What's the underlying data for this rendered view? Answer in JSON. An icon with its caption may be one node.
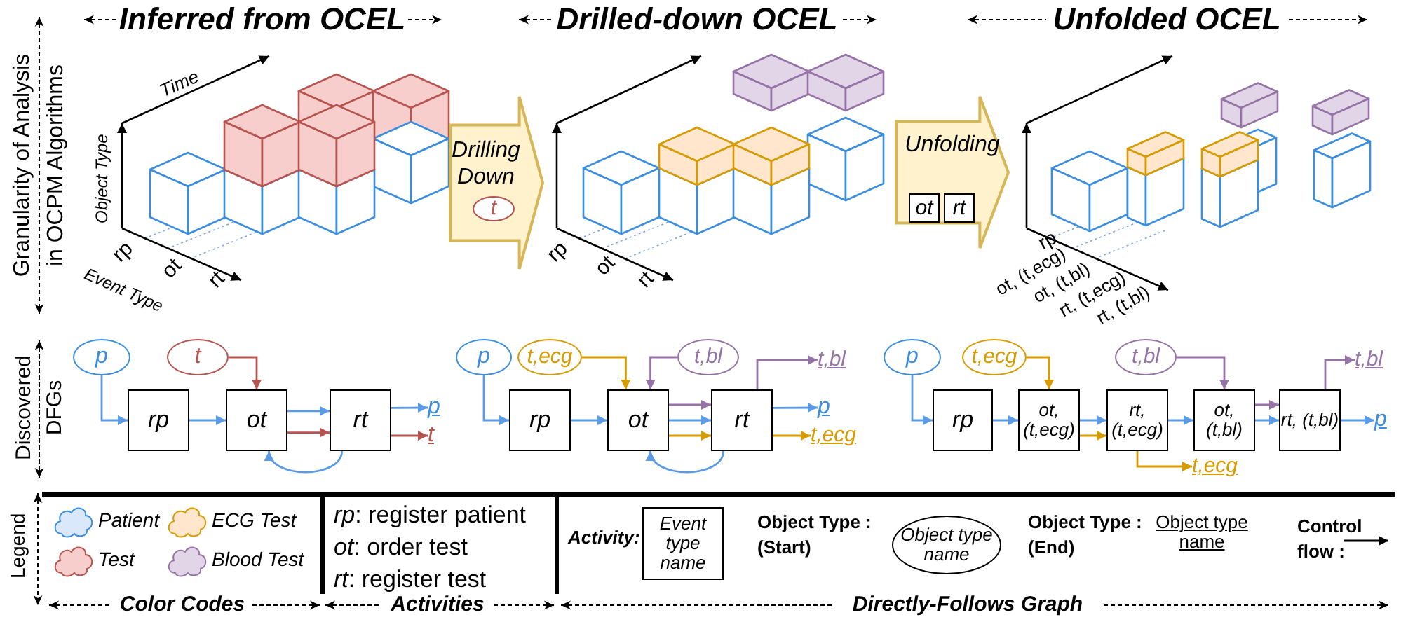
{
  "diagram": {
    "nodes": [
      {
        "text": [
          "Drilling Down"
        ]
      },
      {
        "text": [
          "t"
        ],
        "in": 0
      },
      {
        "text": [
          "Unfolding"
        ]
      },
      {
        "text": [
          "ot"
        ],
        "in": 2
      },
      {
        "text": [
          "rt"
        ],
        "in": 2
      },
      {
        "text": [
          "p"
        ]
      },
      {
        "text": [
          "t"
        ]
      },
      {
        "text": [
          "rp"
        ]
      },
      {
        "text": [
          "ot"
        ]
      },
      {
        "text": [
          "rt"
        ]
      },
      {
        "text": [
          "p"
        ]
      },
      {
        "text": [
          "t"
        ]
      },
      {
        "text": [
          "p"
        ]
      },
      {
        "text": [
          "t,ecg"
        ]
      },
      {
        "text": [
          "t,bl"
        ]
      },
      {
        "text": [
          "rp"
        ]
      },
      {
        "text": [
          "ot"
        ]
      },
      {
        "text": [
          "rt"
        ]
      },
      {
        "text": [
          "t,bl"
        ]
      },
      {
        "text": [
          "p"
        ]
      },
      {
        "text": [
          "t,ecg"
        ]
      },
      {
        "text": [
          "p"
        ]
      },
      {
        "text": [
          "t,ecg"
        ]
      },
      {
        "text": [
          "t,bl"
        ]
      },
      {
        "text": [
          "rp"
        ]
      },
      {
        "text": [
          "ot, (t,ecg)"
        ]
      },
      {
        "text": [
          "rt, (t,ecg)"
        ]
      },
      {
        "text": [
          "ot, (t,bl)"
        ]
      },
      {
        "text": [
          "rt, (t,bl)"
        ]
      },
      {
        "text": [
          "t,bl"
        ]
      },
      {
        "text": [
          "p"
        ]
      },
      {
        "text": [
          "t,ecg"
        ]
      }
    ],
    "edges": [
      {
        "from": 5,
        "to": 7,
        "arrow": "to"
      },
      {
        "from": 6,
        "to": 8,
        "arrow": "to",
        "color": "#b85450"
      },
      {
        "from": 7,
        "to": 8,
        "arrow": "to"
      },
      {
        "from": 8,
        "to": 9,
        "arrow": "to"
      },
      {
        "from": 8,
        "to": 9,
        "arrow": "to",
        "color": "#b85450"
      },
      {
        "from": 9,
        "to": 10,
        "arrow": "to"
      },
      {
        "from": 9,
        "to": 11,
        "arrow": "to",
        "color": "#b85450"
      },
      {
        "from": 9,
        "to": 8,
        "arrow": "to"
      },
      {
        "from": 12,
        "to": 15,
        "arrow": "to"
      },
      {
        "from": 13,
        "to": 16,
        "arrow": "to",
        "color": "#d79b00"
      },
      {
        "from": 14,
        "to": 16,
        "arrow": "to",
        "color": "#9673a6"
      },
      {
        "from": 15,
        "to": 16,
        "arrow": "to"
      },
      {
        "from": 16,
        "to": 17,
        "arrow": "to",
        "color": "#9673a6"
      },
      {
        "from": 16,
        "to": 17,
        "arrow": "to"
      },
      {
        "from": 16,
        "to": 17,
        "arrow": "to",
        "color": "#d79b00"
      },
      {
        "from": 17,
        "to": 18,
        "arrow": "to",
        "color": "#9673a6"
      },
      {
        "from": 17,
        "to": 19,
        "arrow": "to"
      },
      {
        "from": 17,
        "to": 20,
        "arrow": "to",
        "color": "#d79b00"
      },
      {
        "from": 17,
        "to": 16,
        "arrow": "to"
      },
      {
        "from": 21,
        "to": 24,
        "arrow": "to"
      },
      {
        "from": 22,
        "to": 25,
        "arrow": "to",
        "color": "#d79b00"
      },
      {
        "from": 24,
        "to": 25,
        "arrow": "to"
      },
      {
        "from": 25,
        "to": 26,
        "arrow": "to"
      },
      {
        "from": 25,
        "to": 26,
        "arrow": "to",
        "color": "#d79b00"
      },
      {
        "from": 26,
        "to": 27,
        "arrow": "to"
      },
      {
        "from": 26,
        "to": 31,
        "arrow": "to",
        "color": "#d79b00"
      },
      {
        "from": 23,
        "to": 27,
        "arrow": "to",
        "color": "#9673a6"
      },
      {
        "from": 27,
        "to": 28,
        "arrow": "to",
        "color": "#9673a6"
      },
      {
        "from": 27,
        "to": 28,
        "arrow": "to"
      },
      {
        "from": 28,
        "to": 29,
        "arrow": "to",
        "color": "#9673a6"
      },
      {
        "from": 28,
        "to": 30,
        "arrow": "to"
      }
    ],
    "labels": [
      "Inferred from OCEL",
      "Drilled-down OCEL",
      "Unfolded OCEL",
      "Granularity of Analysis in OCPM Algorithms",
      "Time",
      "Object Type",
      "Event Type",
      "rp",
      "ot",
      "rt",
      "rp",
      "ot",
      "rt",
      "rp",
      "ot, (t,ecg)",
      "ot, (t,bl)",
      "rt, (t,ecg)",
      "rt, (t,bl)",
      "Discovered DFGs",
      "Legend",
      "*rp*: register patient",
      "*ot*: order test",
      "*rt*: register test",
      "Event type name",
      "Object type name",
      "Object type name",
      "Color Codes",
      "Activities",
      "Directly-Follows Graph"
    ],
    "legend": [
      {
        "text": "Patient",
        "color": "#dae8fc"
      },
      {
        "text": "ECG Test",
        "color": "#ffe6cc"
      },
      {
        "text": "Test",
        "color": "#f8cecc"
      },
      {
        "text": "Blood Test",
        "color": "#e1d5e7"
      },
      {
        "text": "Activity:"
      },
      {
        "text": "Object Type : (Start)"
      },
      {
        "text": "Object Type : (End)"
      },
      {
        "text": "Control flow :"
      }
    ]
  }
}
